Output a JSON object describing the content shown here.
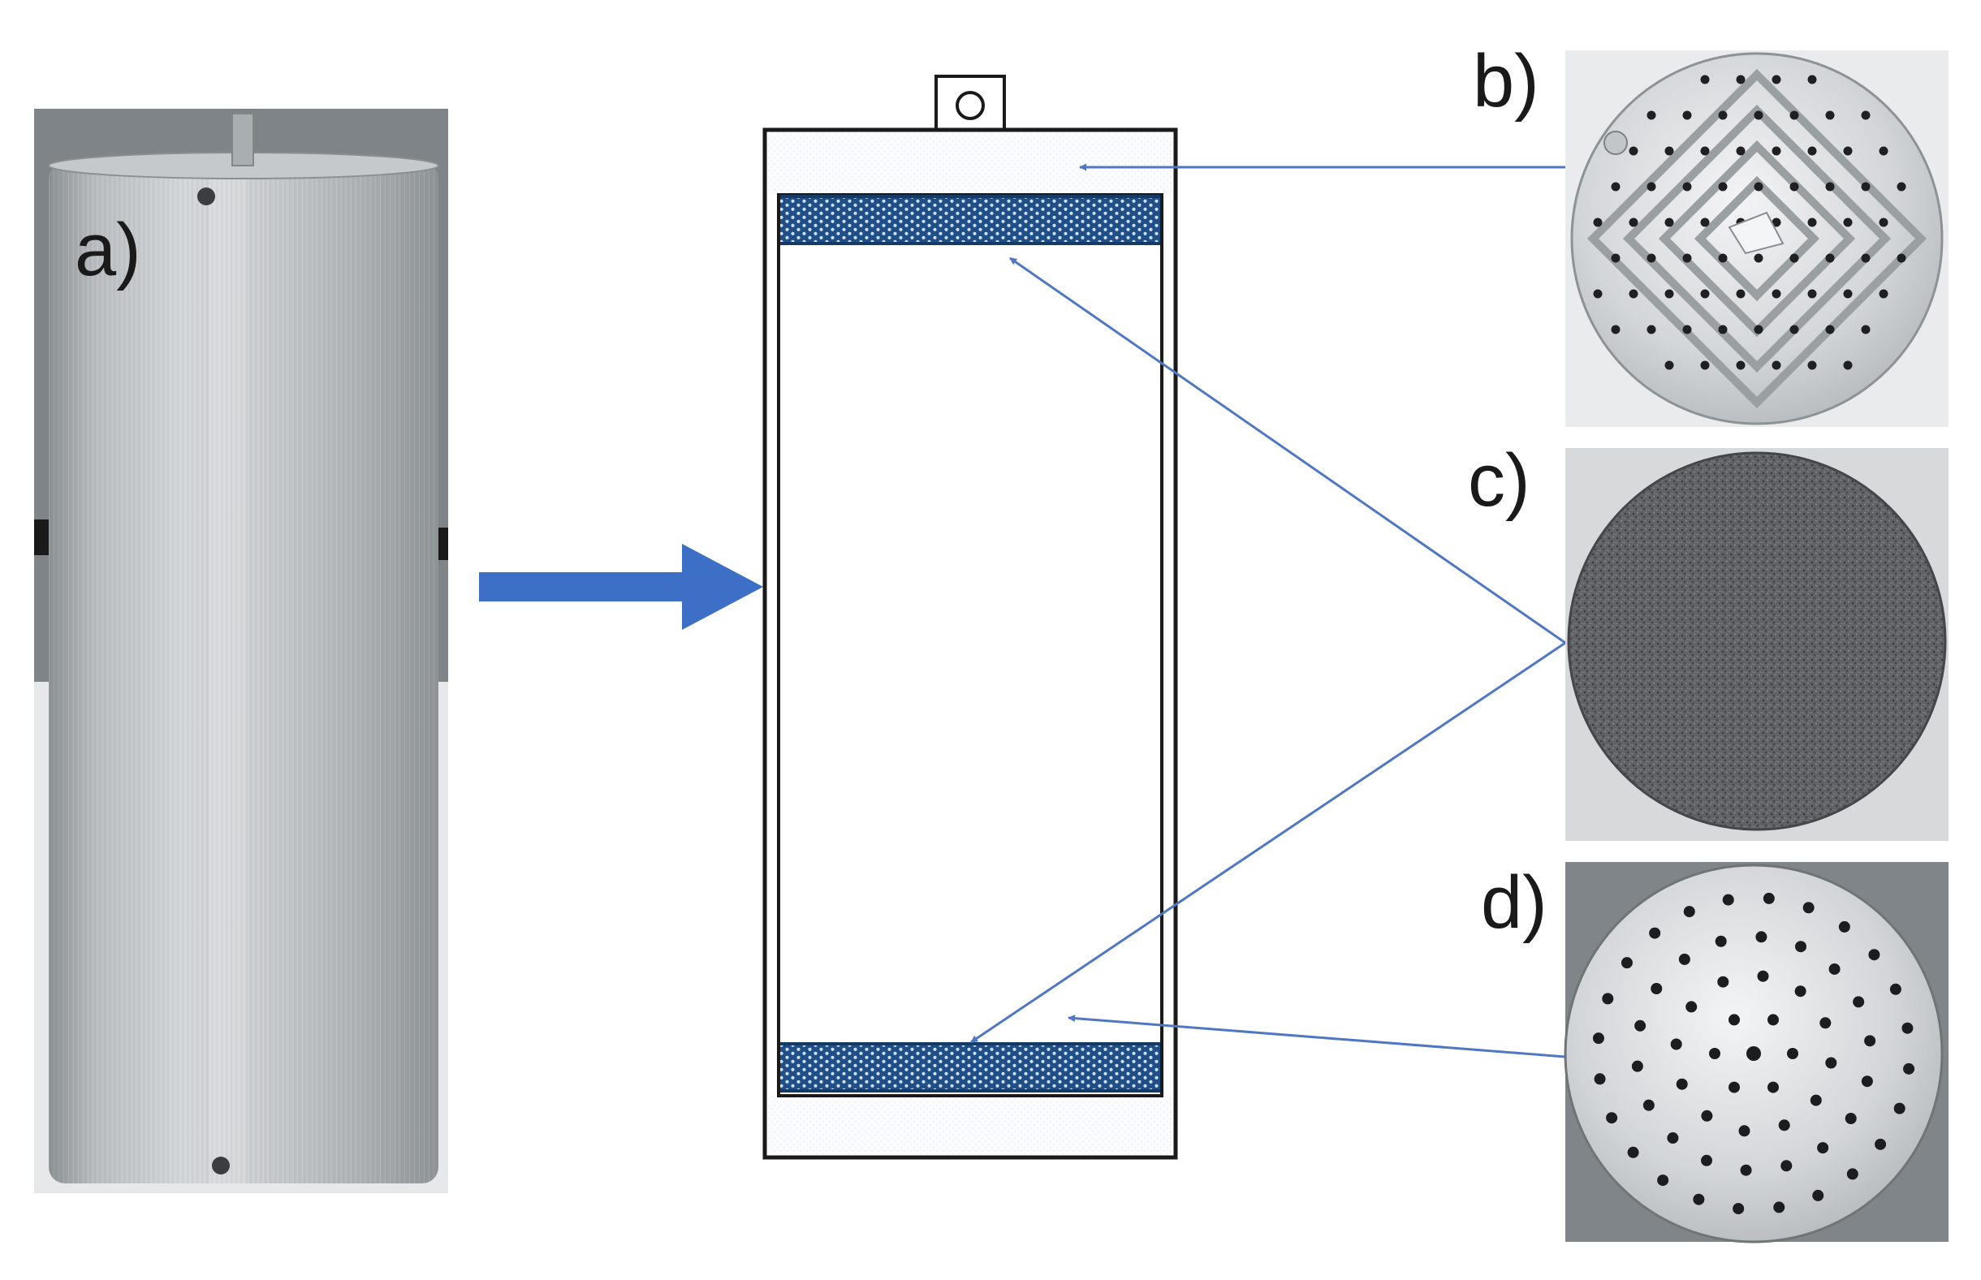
{
  "figure": {
    "panel_labels": {
      "a": "a)",
      "b": "b)",
      "c": "c)",
      "d": "d)"
    }
  },
  "panels": [
    {
      "id": "a",
      "depicts": "aluminium-cylinder-photo"
    },
    {
      "id": "b",
      "depicts": "grooved-perforated-top-plate-photo"
    },
    {
      "id": "c",
      "depicts": "porous-filter-disc-photo"
    },
    {
      "id": "d",
      "depicts": "perforated-bottom-plate-photo"
    }
  ],
  "colors": {
    "arrow_blue": "#3d6fc7",
    "connector_blue": "#4f77c4",
    "layer_blue": "#1f4f86",
    "outline": "#1a1a1a",
    "aluminium": "#b8bcbf",
    "porous_grey": "#5a5c60"
  }
}
